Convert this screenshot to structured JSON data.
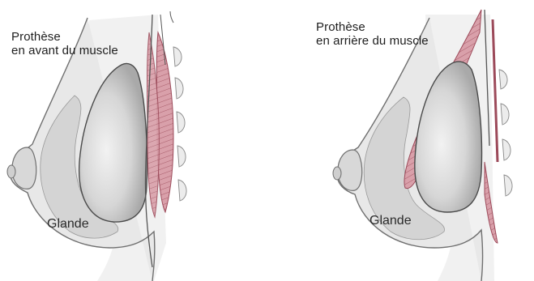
{
  "panels": [
    {
      "title_line1": "Prothèse",
      "title_line2": "en avant du muscle",
      "gland_label": "Glande"
    },
    {
      "title_line1": "Prothèse",
      "title_line2": "en arrière du muscle",
      "gland_label": "Glande"
    }
  ],
  "colors": {
    "skin_outline": "#6f6f6f",
    "tissue_fill": "#e4e4e4",
    "gland_fill": "#d3d3d3",
    "implant_fill": "#c9c9c9",
    "muscle_fill": "#d9a0aa",
    "muscle_stroke": "#9c4a5a"
  }
}
